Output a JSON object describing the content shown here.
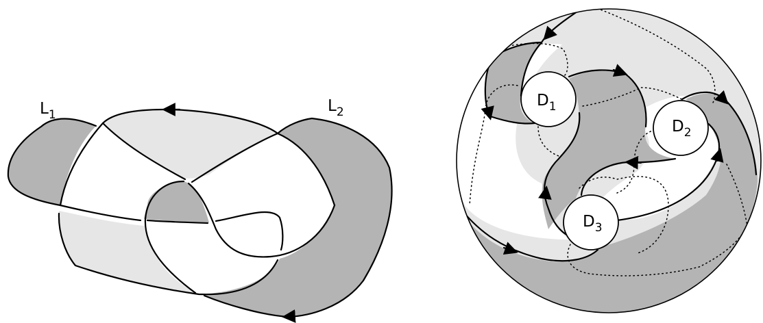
{
  "colors": {
    "dark_region": "#b4b4b4",
    "light_region": "#e6e6e6",
    "stroke": "#000000",
    "background": "#ffffff"
  },
  "left_diagram": {
    "labels": [
      {
        "main": "L",
        "sub": "1"
      },
      {
        "main": "L",
        "sub": "2"
      }
    ]
  },
  "right_diagram": {
    "disks": [
      {
        "main": "D",
        "sub": "1"
      },
      {
        "main": "D",
        "sub": "2"
      },
      {
        "main": "D",
        "sub": "3"
      }
    ]
  }
}
